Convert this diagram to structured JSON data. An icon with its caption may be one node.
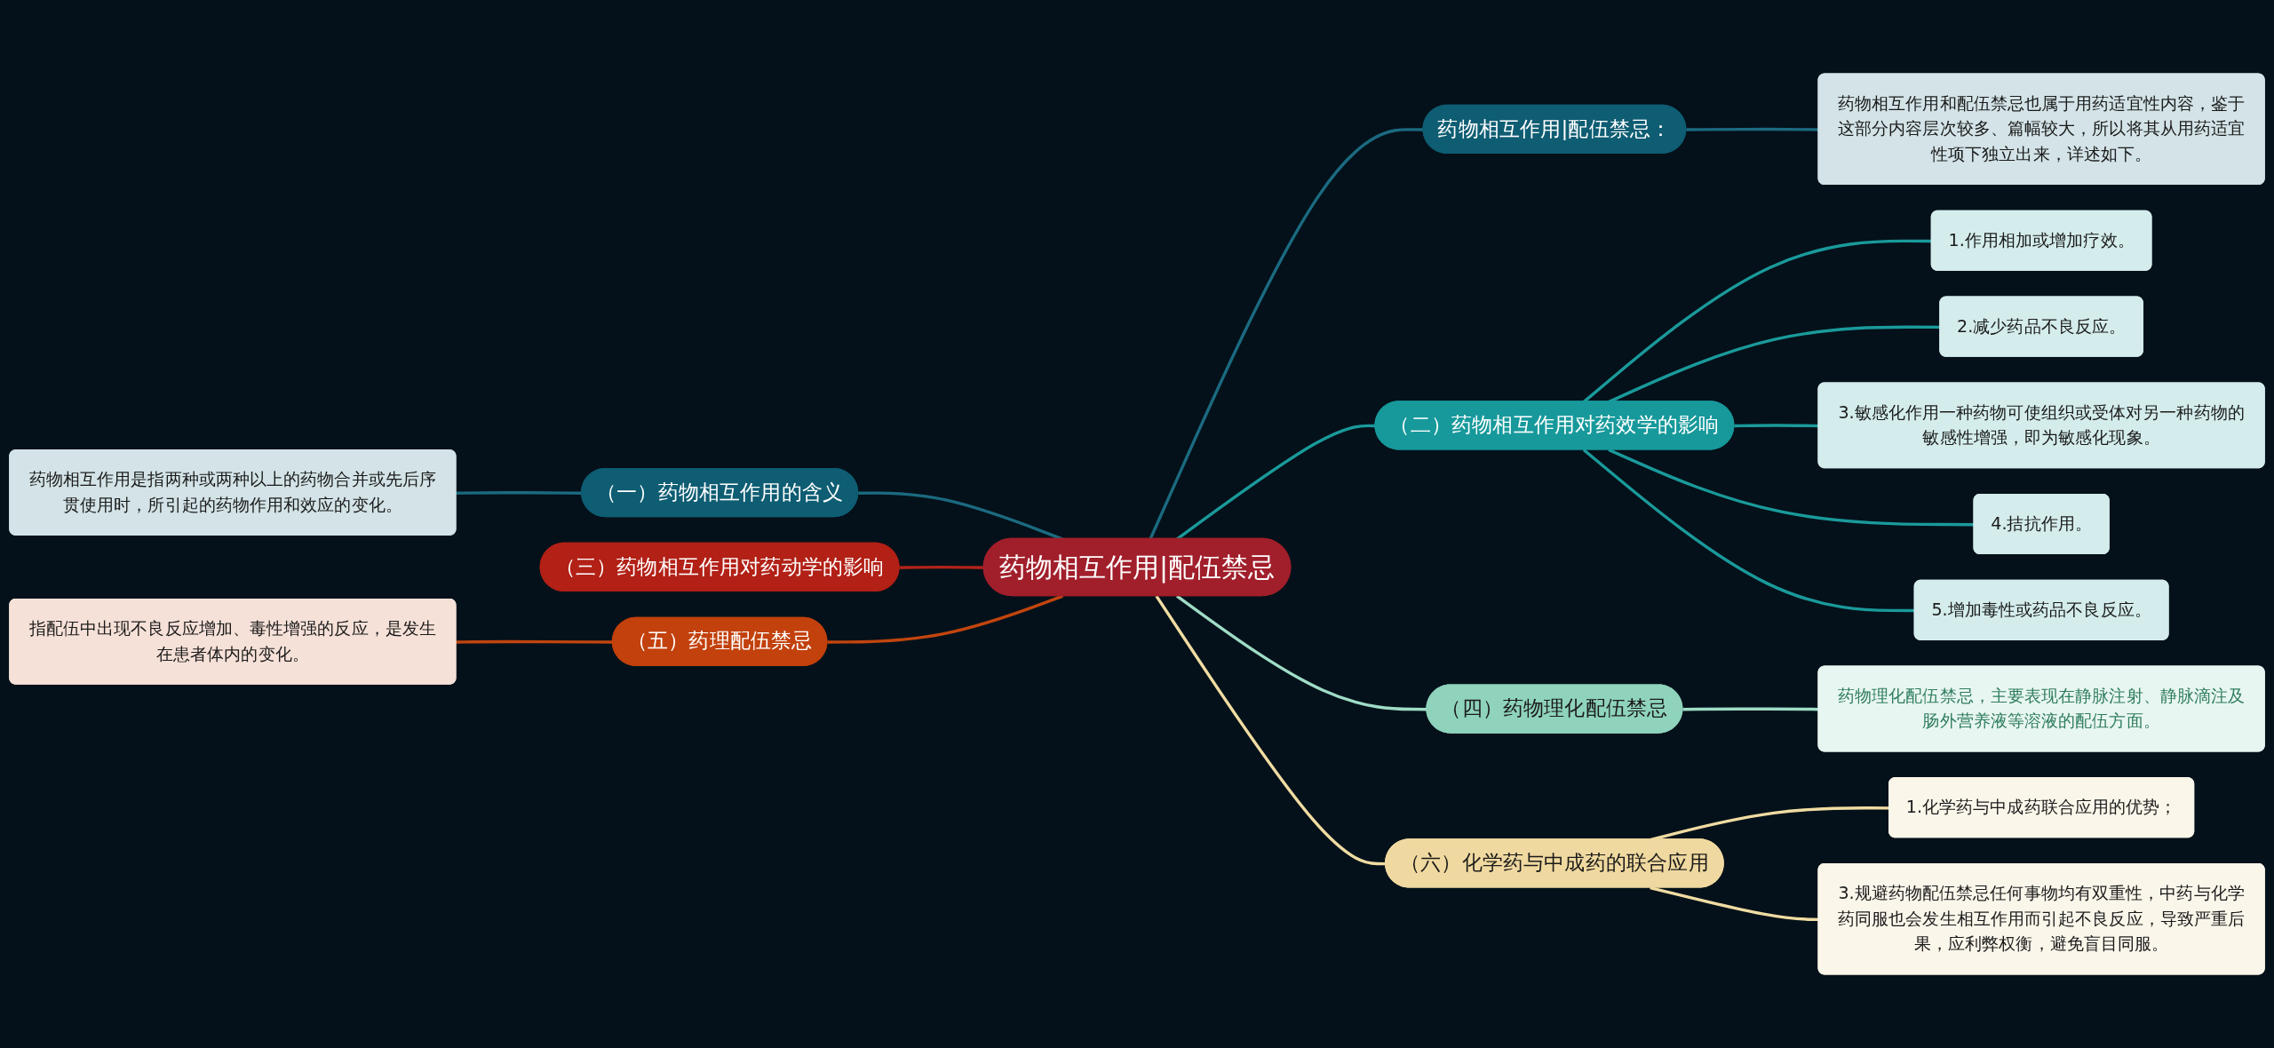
{
  "diagram": {
    "nodes": [
      {
        "text": [
          "药物相互作用|配伍禁忌"
        ]
      },
      {
        "text": [
          "药物相互作用|配伍禁忌："
        ]
      },
      {
        "text": [
          "药物相互作用和配伍禁忌也属于用药适宜性内容，鉴于这部分内容层次较多、篇幅较大，所以将其从用药适宜性项下独立出来，详述如下。"
        ]
      },
      {
        "text": [
          "（一）药物相互作用的含义"
        ]
      },
      {
        "text": [
          "药物相互作用是指两种或两种以上的药物合并或先后序贯使用时，所引起的药物作用和效应的变化。"
        ]
      },
      {
        "text": [
          "（二）药物相互作用对药效学的影响"
        ]
      },
      {
        "text": [
          "1.作用相加或增加疗效。"
        ]
      },
      {
        "text": [
          "2.减少药品不良反应。"
        ]
      },
      {
        "text": [
          "3.敏感化作用一种药物可使组织或受体对另一种药物的敏感性增强，即为敏感化现象。"
        ]
      },
      {
        "text": [
          "4.拮抗作用。"
        ]
      },
      {
        "text": [
          "5.增加毒性或药品不良反应。"
        ]
      },
      {
        "text": [
          "（三）药物相互作用对药动学的影响"
        ]
      },
      {
        "text": [
          "（五）药理配伍禁忌"
        ]
      },
      {
        "text": [
          "指配伍中出现不良反应增加、毒性增强的反应，是发生在患者体内的变化。"
        ]
      },
      {
        "text": [
          "（四）药物理化配伍禁忌"
        ]
      },
      {
        "text": [
          "药物理化配伍禁忌，主要表现在静脉注射、静脉滴注及肠外营养液等溶液的配伍方面。"
        ]
      },
      {
        "text": [
          "（六）化学药与中成药的联合应用"
        ]
      },
      {
        "text": [
          "1.化学药与中成药联合应用的优势；"
        ]
      },
      {
        "text": [
          "3.规避药物配伍禁忌任何事物均有双重性，中药与化学药同服也会发生相互作用而引起不良反应，导致严重后果，应利弊权衡，避免盲目同服。"
        ]
      }
    ],
    "edges": [
      {
        "from": 0,
        "to": 1,
        "arrow": "none",
        "color": "#1b6a80"
      },
      {
        "from": 1,
        "to": 2,
        "arrow": "none",
        "color": "#1b6a80"
      },
      {
        "from": 0,
        "to": 3,
        "arrow": "none",
        "color": "#1b6a80"
      },
      {
        "from": 3,
        "to": 4,
        "arrow": "none",
        "color": "#1b6a80"
      },
      {
        "from": 0,
        "to": 5,
        "arrow": "none",
        "color": "#1a9a9b"
      },
      {
        "from": 5,
        "to": 6,
        "arrow": "none",
        "color": "#1a9a9b"
      },
      {
        "from": 5,
        "to": 7,
        "arrow": "none",
        "color": "#1a9a9b"
      },
      {
        "from": 5,
        "to": 8,
        "arrow": "none",
        "color": "#1a9a9b"
      },
      {
        "from": 5,
        "to": 9,
        "arrow": "none",
        "color": "#1a9a9b"
      },
      {
        "from": 5,
        "to": 10,
        "arrow": "none",
        "color": "#1a9a9b"
      },
      {
        "from": 0,
        "to": 11,
        "arrow": "none",
        "color": "#b22318"
      },
      {
        "from": 0,
        "to": 12,
        "arrow": "none",
        "color": "#c2450e"
      },
      {
        "from": 12,
        "to": 13,
        "arrow": "none",
        "color": "#c2450e"
      },
      {
        "from": 0,
        "to": 14,
        "arrow": "none",
        "color": "#9fdcc6"
      },
      {
        "from": 14,
        "to": 15,
        "arrow": "none",
        "color": "#9fdcc6"
      },
      {
        "from": 0,
        "to": 16,
        "arrow": "none",
        "color": "#f0dca2"
      },
      {
        "from": 16,
        "to": 17,
        "arrow": "none",
        "color": "#f0dca2"
      },
      {
        "from": 16,
        "to": 18,
        "arrow": "none",
        "color": "#f0dca2"
      }
    ]
  }
}
